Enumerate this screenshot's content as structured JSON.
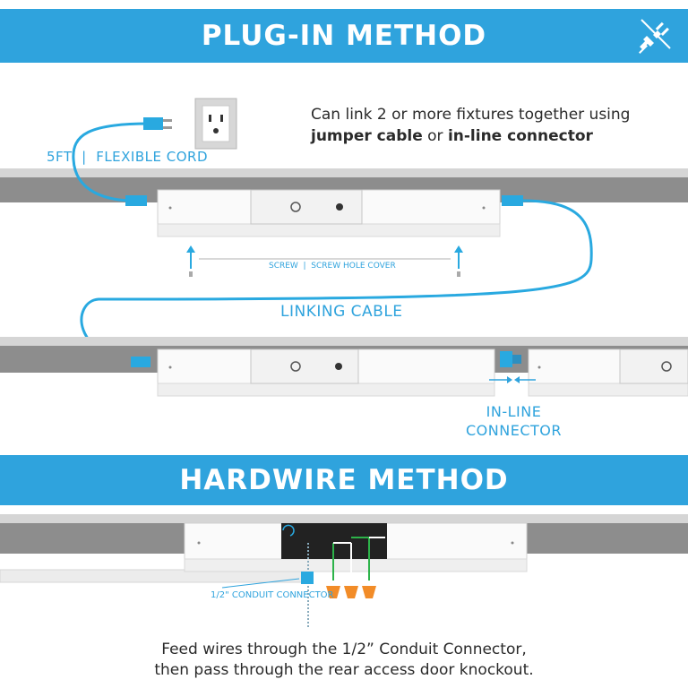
{
  "plugin": {
    "title": "PLUG-IN METHOD",
    "note_line1": "Can link 2 or more fixtures together using",
    "note_bold1": "jumper cable",
    "note_mid": " or ",
    "note_bold2": "in-line connector",
    "cord_label": "5FT  |  FLEXIBLE CORD",
    "screw_label": "SCREW  |  SCREW HOLE COVER",
    "linking_label": "LINKING CABLE",
    "inline_line1": "IN-LINE",
    "inline_line2": "CONNECTOR"
  },
  "hardwire": {
    "title": "HARDWIRE METHOD",
    "conduit_label": "1/2\" CONDUIT CONNECTOR",
    "footer_line1": "Feed wires through the 1/2” Conduit Connector,",
    "footer_line2": "then pass through the rear access door knockout."
  },
  "icons": {
    "banner_icon": "plug-icon"
  },
  "colors": {
    "accent": "#2fa3dd",
    "cable": "#29a9e0",
    "wire_green": "#2db34a",
    "wire_nut": "#f28c28"
  }
}
